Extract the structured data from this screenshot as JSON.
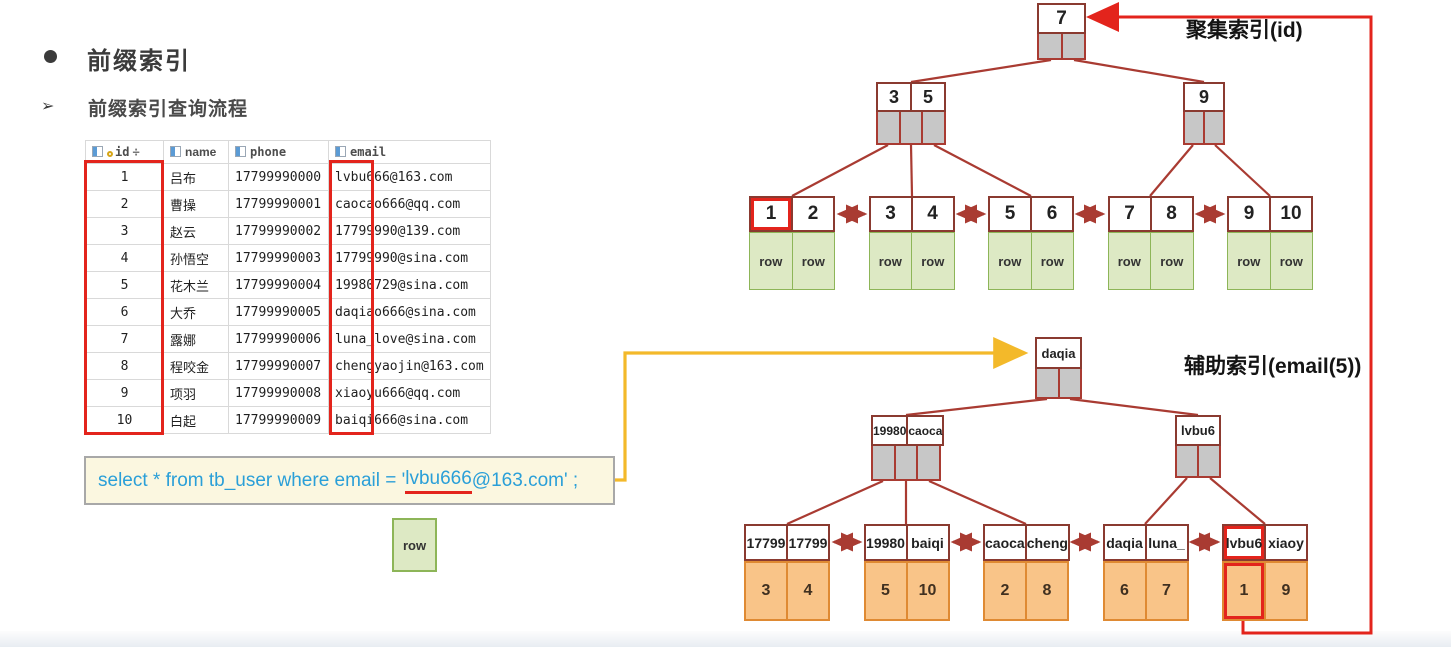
{
  "page": {
    "title": "前缀索引",
    "subtitle": "前缀索引查询流程",
    "subtitle_marker": "➢"
  },
  "table": {
    "header": [
      {
        "icon": "key-column-icon",
        "label": "id",
        "sort": "÷"
      },
      {
        "icon": "column-icon",
        "label": "name"
      },
      {
        "icon": "column-icon",
        "label": "phone"
      },
      {
        "icon": "column-icon",
        "label": "email"
      }
    ],
    "rows": [
      {
        "id": "1",
        "name": "吕布",
        "phone": "17799990000",
        "email": "lvbu666@163.com"
      },
      {
        "id": "2",
        "name": "曹操",
        "phone": "17799990001",
        "email": "caocao666@qq.com"
      },
      {
        "id": "3",
        "name": "赵云",
        "phone": "17799990002",
        "email": "17799990@139.com"
      },
      {
        "id": "4",
        "name": "孙悟空",
        "phone": "17799990003",
        "email": "17799990@sina.com"
      },
      {
        "id": "5",
        "name": "花木兰",
        "phone": "17799990004",
        "email": "19980729@sina.com"
      },
      {
        "id": "6",
        "name": "大乔",
        "phone": "17799990005",
        "email": "daqiao666@sina.com"
      },
      {
        "id": "7",
        "name": "露娜",
        "phone": "17799990006",
        "email": "luna_love@sina.com"
      },
      {
        "id": "8",
        "name": "程咬金",
        "phone": "17799990007",
        "email": "chengyaojin@163.com"
      },
      {
        "id": "9",
        "name": "项羽",
        "phone": "17799990008",
        "email": "xiaoyu666@qq.com"
      },
      {
        "id": "10",
        "name": "白起",
        "phone": "17799990009",
        "email": "baiqi666@sina.com"
      }
    ]
  },
  "sql": {
    "prefix": "select * from tb_user where email = '",
    "highlighted": "lvbu666",
    "suffix": "@163.com' ;"
  },
  "legend": {
    "row_label": "row"
  },
  "clustered_index": {
    "label": "聚集索引(id)",
    "root": {
      "k0": "7"
    },
    "internal_left": {
      "k0": "3",
      "k1": "5"
    },
    "internal_right": {
      "k0": "9"
    },
    "leaves": [
      {
        "k0": "1",
        "k1": "2",
        "v0": "row",
        "v1": "row",
        "k0_hl": true
      },
      {
        "k0": "3",
        "k1": "4",
        "v0": "row",
        "v1": "row"
      },
      {
        "k0": "5",
        "k1": "6",
        "v0": "row",
        "v1": "row"
      },
      {
        "k0": "7",
        "k1": "8",
        "v0": "row",
        "v1": "row"
      },
      {
        "k0": "9",
        "k1": "10",
        "v0": "row",
        "v1": "row"
      }
    ]
  },
  "secondary_index": {
    "label": "辅助索引(email(5))",
    "root": {
      "k0": "daqia"
    },
    "internal_left": {
      "k0": "19980",
      "k1": "caoca"
    },
    "internal_right": {
      "k0": "lvbu6"
    },
    "leaves": [
      {
        "k0": "17799",
        "k1": "17799",
        "v0": "3",
        "v1": "4"
      },
      {
        "k0": "19980",
        "k1": "baiqi",
        "v0": "5",
        "v1": "10"
      },
      {
        "k0": "caoca",
        "k1": "cheng",
        "v0": "2",
        "v1": "8"
      },
      {
        "k0": "daqia",
        "k1": "luna_",
        "v0": "6",
        "v1": "7"
      },
      {
        "k0": "lvbu6",
        "k1": "xiaoy",
        "v0": "1",
        "v1": "9",
        "k0_hl": true,
        "v0_hl": true
      }
    ]
  },
  "colors": {
    "highlight_red": "#e3241c",
    "tree_edge": "#a93b32",
    "leaf_border": "#8a3a30",
    "row_green_fill": "#dde9c4",
    "row_green_border": "#8db558",
    "id_orange_fill": "#f9c488",
    "id_orange_border": "#df8a33",
    "pointer_gray": "#c7c7c7",
    "query_arrow_yellow": "#f3b92a",
    "sql_text_blue": "#2a9fd8",
    "sql_box_bg": "#fbf7e0"
  }
}
